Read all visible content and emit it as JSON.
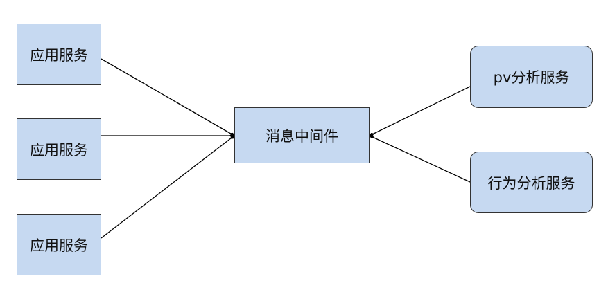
{
  "diagram": {
    "colors": {
      "node_fill": "#c6d9f1",
      "node_border": "#333333",
      "edge": "#000000"
    },
    "nodes": {
      "app_service_1": {
        "label": "应用服务"
      },
      "app_service_2": {
        "label": "应用服务"
      },
      "app_service_3": {
        "label": "应用服务"
      },
      "middleware": {
        "label": "消息中间件"
      },
      "pv_analysis": {
        "label": "pv分析服务"
      },
      "behavior_analysis": {
        "label": "行为分析服务"
      }
    },
    "edges": [
      {
        "from": "app_service_1",
        "to": "middleware",
        "arrow": "diamond-at-target"
      },
      {
        "from": "app_service_2",
        "to": "middleware",
        "arrow": "diamond-at-target"
      },
      {
        "from": "app_service_3",
        "to": "middleware",
        "arrow": "diamond-at-target"
      },
      {
        "from": "pv_analysis",
        "to": "middleware",
        "arrow": "diamond-at-target"
      },
      {
        "from": "behavior_analysis",
        "to": "middleware",
        "arrow": "diamond-at-target"
      }
    ]
  }
}
